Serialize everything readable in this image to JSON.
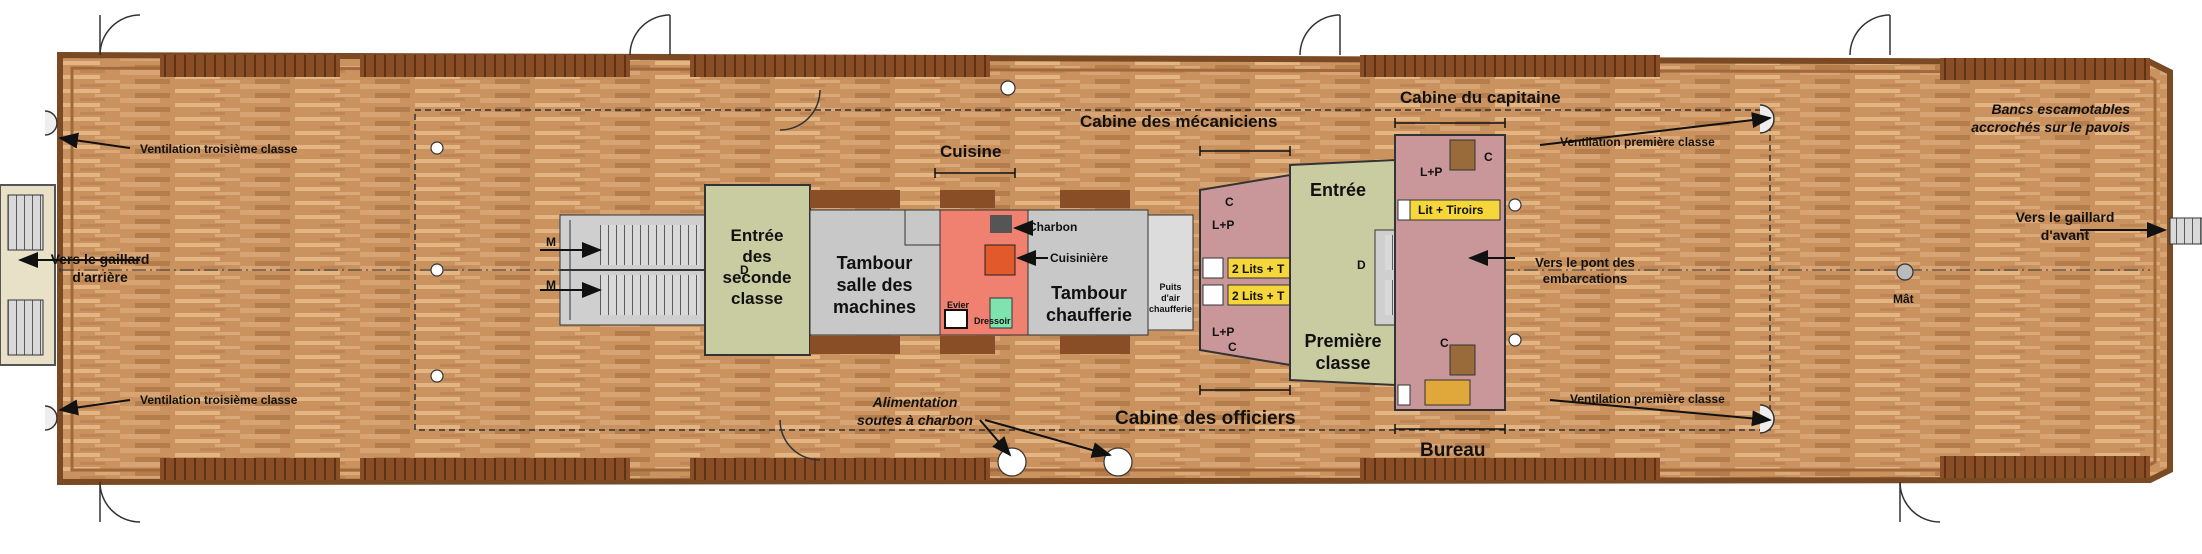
{
  "colors": {
    "deck_wood": "#c9925e",
    "deck_wood_light": "#e2b582",
    "rail": "#7a4a25",
    "grey_room": "#c8c8c8",
    "green_room": "#c9cca0",
    "pink_room": "#c9979a",
    "kitchen_red": "#f08070",
    "bed_yellow": "#f5d73c",
    "dresser_green": "#7fe3b0"
  },
  "labels": {
    "cabine_capitaine": "Cabine du capitaine",
    "cabine_mecaniciens": "Cabine des mécaniciens",
    "cuisine": "Cuisine",
    "entree_seconde_1": "Entrée",
    "entree_seconde_2": "des",
    "entree_seconde_3": "seconde",
    "entree_seconde_4": "classe",
    "tambour_salle_1": "Tambour",
    "tambour_salle_2": "salle des",
    "tambour_salle_3": "machines",
    "tambour_chauff_1": "Tambour",
    "tambour_chauff_2": "chaufferie",
    "puits_1": "Puits",
    "puits_2": "d'air",
    "puits_3": "chaufferie",
    "charbon": "Charbon",
    "cuisiniere": "Cuisinière",
    "evier": "Evier",
    "dressoir": "Dressoir",
    "entree": "Entrée",
    "premiere_1": "Première",
    "premiere_2": "classe",
    "lit_tiroirs": "Lit + Tiroirs",
    "deux_lits_t": "2 Lits + T",
    "lp": "L+P",
    "c": "C",
    "m": "M",
    "d": "D",
    "vent_troisieme": "Ventilation troisième classe",
    "vent_premiere": "Ventilation première classe",
    "vers_gaillard_arriere_1": "Vers le gaillard",
    "vers_gaillard_arriere_2": "d'arrière",
    "vers_gaillard_avant_1": "Vers le gaillard",
    "vers_gaillard_avant_2": "d'avant",
    "vers_pont_1": "Vers le pont des",
    "vers_pont_2": "embarcations",
    "bancs_1": "Bancs escamotables",
    "bancs_2": "accrochés sur le pavois",
    "mat": "Mât",
    "alimentation_1": "Alimentation",
    "alimentation_2": "soutes à charbon",
    "cabine_officiers": "Cabine des officiers",
    "bureau": "Bureau"
  }
}
